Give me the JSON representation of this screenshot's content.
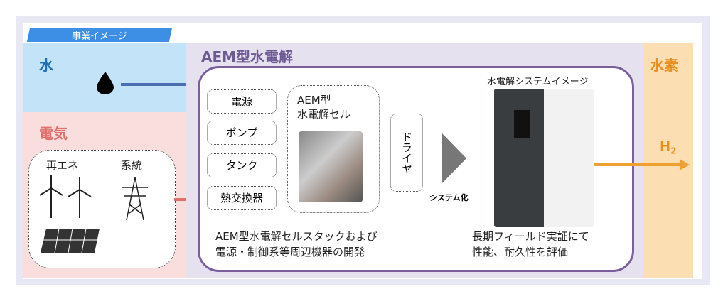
{
  "tag": "事業イメージ",
  "water": {
    "title": "水"
  },
  "electricity": {
    "title": "電気",
    "renewable": "再エネ",
    "grid": "系統"
  },
  "aem": {
    "title": "AEM型水電解",
    "components": [
      "電源",
      "ポンプ",
      "タンク",
      "熱交換器"
    ],
    "cell": {
      "line1": "AEM型",
      "line2": "水電解セル"
    },
    "dryer": "ドライヤ",
    "systemize": "システム化",
    "system_image_label": "水電解システムイメージ",
    "desc_left": {
      "line1": "AEM型水電解セルスタックおよび",
      "line2": "電源・制御系等周辺機器の開発"
    },
    "desc_right": {
      "line1": "長期フィールド実証にて",
      "line2": "性能、耐久性を評価"
    }
  },
  "hydrogen": {
    "title": "水素",
    "formula": "H",
    "subscript": "2"
  },
  "colors": {
    "water": "#c3e3f8",
    "electricity": "#f9dedd",
    "aem": "#e6e1ee",
    "hydrogen": "#fbdfb3",
    "accent_purple": "#7b5f9c",
    "orange": "#f0a030"
  }
}
